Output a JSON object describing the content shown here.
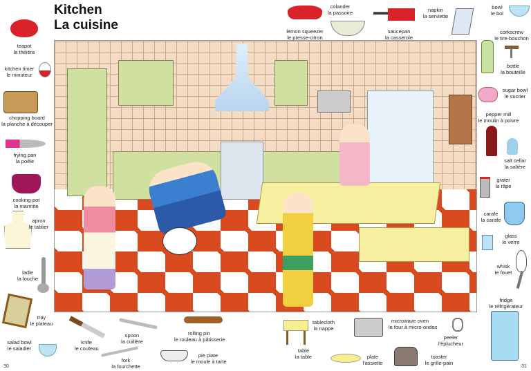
{
  "title": "Kitchen",
  "subtitle": "La cuisine",
  "page_left": "30",
  "page_right": "31",
  "items": [
    {
      "en": "teapot",
      "fr": "la théière"
    },
    {
      "en": "kitchen timer",
      "fr": "le minuteur"
    },
    {
      "en": "chopping board",
      "fr": "la planche à découper"
    },
    {
      "en": "frying pan",
      "fr": "la poêle"
    },
    {
      "en": "cooking-pot",
      "fr": "la marmite"
    },
    {
      "en": "apron",
      "fr": "le tablier"
    },
    {
      "en": "ladle",
      "fr": "la louche"
    },
    {
      "en": "tray",
      "fr": "le plateau"
    },
    {
      "en": "salad bowl",
      "fr": "le saladier"
    },
    {
      "en": "lemon squeezer",
      "fr": "le presse-citron"
    },
    {
      "en": "colander",
      "fr": "la passoire"
    },
    {
      "en": "saucepan",
      "fr": "la casserole"
    },
    {
      "en": "napkin",
      "fr": "la serviette"
    },
    {
      "en": "bowl",
      "fr": "le bol"
    },
    {
      "en": "corkscrew",
      "fr": "le tire-bouchon"
    },
    {
      "en": "bottle",
      "fr": "la bouteille"
    },
    {
      "en": "sugar bowl",
      "fr": "le sucrier"
    },
    {
      "en": "pepper mill",
      "fr": "le moulin à poivre"
    },
    {
      "en": "salt cellar",
      "fr": "la salière"
    },
    {
      "en": "grater",
      "fr": "la râpe"
    },
    {
      "en": "carafe",
      "fr": "la carafe"
    },
    {
      "en": "glass",
      "fr": "le verre"
    },
    {
      "en": "whisk",
      "fr": "le fouet"
    },
    {
      "en": "fridge",
      "fr": "le réfrigérateur"
    },
    {
      "en": "knife",
      "fr": "le couteau"
    },
    {
      "en": "spoon",
      "fr": "la cuillère"
    },
    {
      "en": "fork",
      "fr": "la fourchette"
    },
    {
      "en": "rolling pin",
      "fr": "le rouleau à pâtisserie"
    },
    {
      "en": "pie plate",
      "fr": "le moule à tarte"
    },
    {
      "en": "tablecloth",
      "fr": "la nappe"
    },
    {
      "en": "table",
      "fr": "la table"
    },
    {
      "en": "microwave oven",
      "fr": "le four à micro-ondes"
    },
    {
      "en": "plate",
      "fr": "l'assiette"
    },
    {
      "en": "peeler",
      "fr": "l'éplucheur"
    },
    {
      "en": "toaster",
      "fr": "le grille-pain"
    }
  ]
}
